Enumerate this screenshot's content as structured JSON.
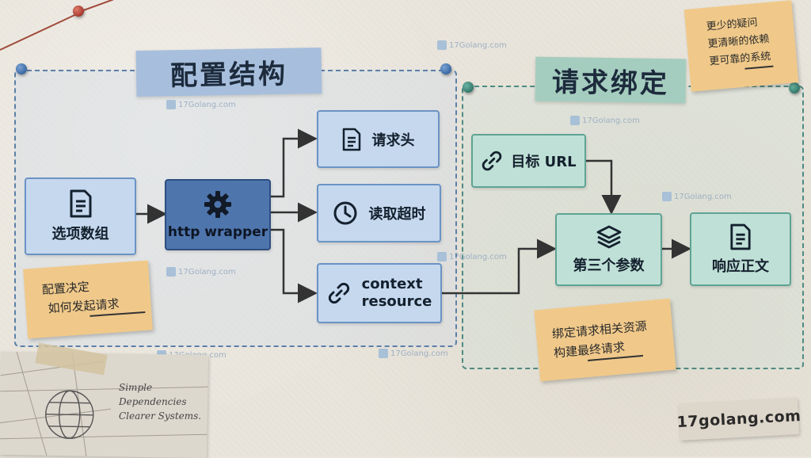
{
  "left_panel": {
    "title": "配置结构"
  },
  "right_panel": {
    "title": "请求绑定"
  },
  "nodes": {
    "options_array": {
      "label": "选项数组",
      "icon": "document-icon"
    },
    "http_wrapper": {
      "label": "http wrapper",
      "icon": "gear-icon"
    },
    "request_header": {
      "label": "请求头",
      "icon": "document-icon"
    },
    "read_timeout": {
      "label": "读取超时",
      "icon": "clock-icon"
    },
    "context_resource": {
      "label_line1": "context",
      "label_line2": "resource",
      "icon": "link-icon"
    },
    "target_url": {
      "label": "目标 URL",
      "icon": "link-icon"
    },
    "third_param": {
      "label": "第三个参数",
      "icon": "layers-icon"
    },
    "response_body": {
      "label": "响应正文",
      "icon": "document-icon"
    }
  },
  "notes": {
    "config_decides": {
      "line1": "配置决定",
      "line2": "如何发起请求"
    },
    "bind_resources": {
      "line1": "绑定请求相关资源",
      "line2": "构建最终请求"
    },
    "benefits": {
      "line1": "更少的疑问",
      "line2": "更清晰的依赖",
      "line3": "更可靠的系统"
    }
  },
  "sketch": {
    "line1": "Simple",
    "line2": "Dependencies",
    "line3": "Clearer Systems."
  },
  "watermark": "17Golang.com",
  "brand": "17golang.com",
  "colors": {
    "left_accent": "#6b93c4",
    "wrapper_fill": "#4f75ad",
    "right_accent": "#5fa394",
    "note_fill": "#f0c98a",
    "arrow": "#333333"
  }
}
